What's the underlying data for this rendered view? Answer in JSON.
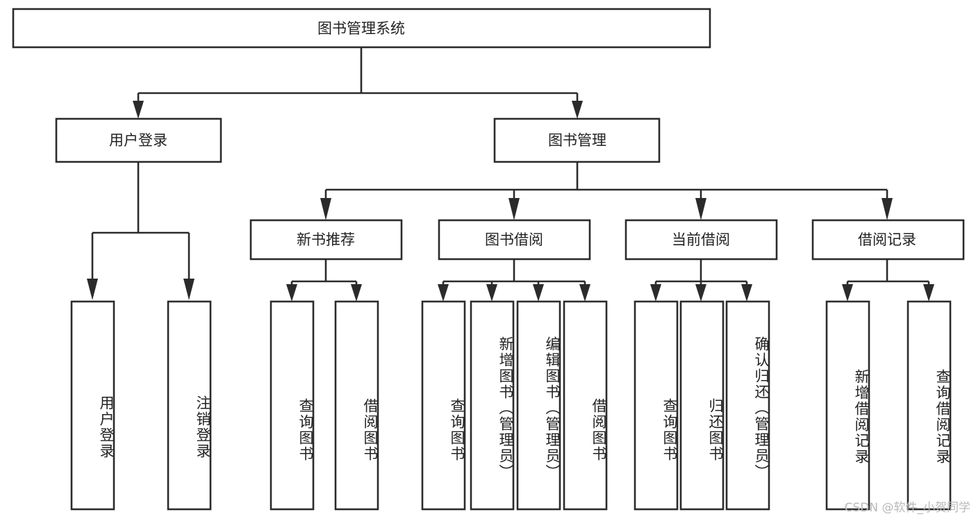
{
  "diagram": {
    "title": "图书管理系统",
    "type": "tree-hierarchy",
    "root": {
      "id": "root",
      "label": "图书管理系统"
    },
    "level2": [
      {
        "id": "user-login",
        "label": "用户登录"
      },
      {
        "id": "book-manage",
        "label": "图书管理"
      }
    ],
    "level3": [
      {
        "id": "new-book-rec",
        "label": "新书推荐"
      },
      {
        "id": "book-borrow",
        "label": "图书借阅"
      },
      {
        "id": "current-borrow",
        "label": "当前借阅"
      },
      {
        "id": "borrow-record",
        "label": "借阅记录"
      }
    ],
    "leaves": [
      {
        "id": "leaf-user-login",
        "label": "用户登录",
        "parent": "user-login"
      },
      {
        "id": "leaf-logout-login",
        "label": "注销登录",
        "parent": "user-login"
      },
      {
        "id": "leaf-query-book-1",
        "label": "查询图书",
        "parent": "new-book-rec"
      },
      {
        "id": "leaf-borrow-book-1",
        "label": "借阅图书",
        "parent": "new-book-rec"
      },
      {
        "id": "leaf-query-book-2",
        "label": "查询图书",
        "parent": "book-borrow"
      },
      {
        "id": "leaf-add-book",
        "label": "新增图书（管理员）",
        "parent": "book-borrow"
      },
      {
        "id": "leaf-edit-book",
        "label": "编辑图书（管理员）",
        "parent": "book-borrow"
      },
      {
        "id": "leaf-borrow-book-2",
        "label": "借阅图书",
        "parent": "book-borrow"
      },
      {
        "id": "leaf-query-book-3",
        "label": "查询图书",
        "parent": "current-borrow"
      },
      {
        "id": "leaf-return-book",
        "label": "归还图书",
        "parent": "current-borrow"
      },
      {
        "id": "leaf-confirm-return",
        "label": "确认归还（管理员）",
        "parent": "current-borrow"
      },
      {
        "id": "leaf-add-record",
        "label": "新增借阅记录",
        "parent": "borrow-record"
      },
      {
        "id": "leaf-query-record",
        "label": "查询借阅记录",
        "parent": "borrow-record"
      }
    ],
    "colors": {
      "stroke": "#2b2b2b",
      "fill": "#ffffff",
      "text": "#222222",
      "watermark": "#b9b9b9",
      "background": "#ffffff"
    }
  },
  "watermark": {
    "text": "CSDN @软件_小贺同学"
  }
}
